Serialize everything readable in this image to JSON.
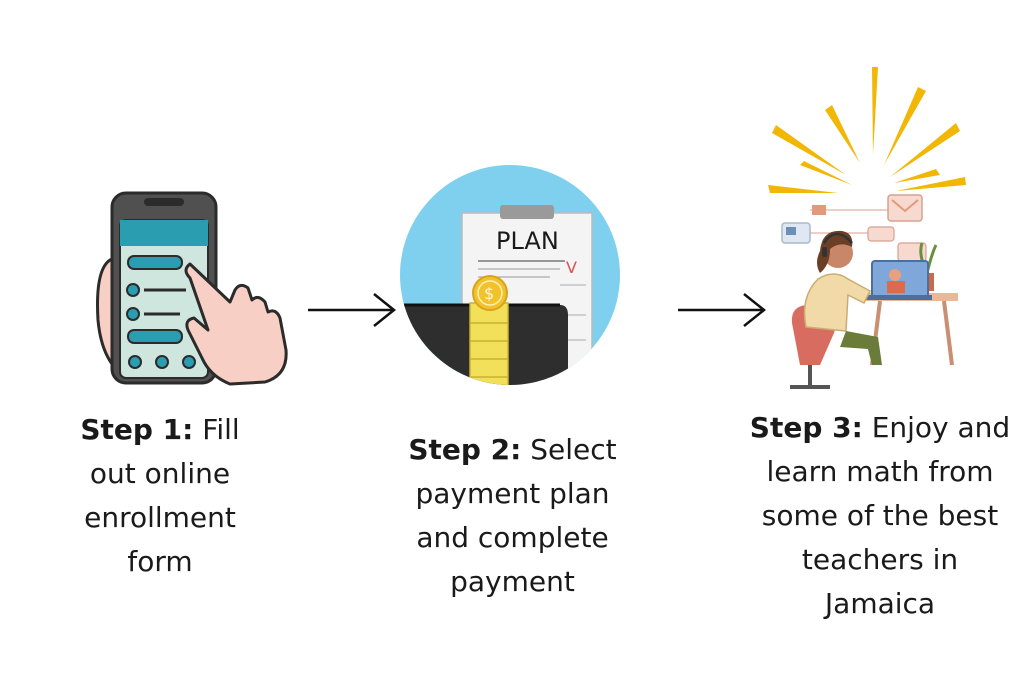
{
  "steps": [
    {
      "label": "Step 1:",
      "lines": [
        "Fill",
        "out online",
        "enrollment",
        "form"
      ],
      "illustration": "phone-form-icon"
    },
    {
      "label": "Step 2:",
      "lines": [
        "Select",
        "payment plan",
        "and complete",
        "payment"
      ],
      "illustration": "payment-plan-icon",
      "plan_text": "PLAN",
      "check_text": "V",
      "coin_symbol": "$"
    },
    {
      "label": "Step 3:",
      "lines": [
        "Enjoy and",
        "learn math from",
        "some of the best",
        "teachers in",
        "Jamaica"
      ],
      "illustration": "online-learning-icon"
    }
  ],
  "colors": {
    "teal": "#2a9db0",
    "mint": "#cfe6df",
    "sky": "#7fd0ef",
    "gold": "#f2c12e",
    "dark": "#2b2b2b",
    "skin": "#f7cfc4",
    "red": "#d9534f"
  }
}
